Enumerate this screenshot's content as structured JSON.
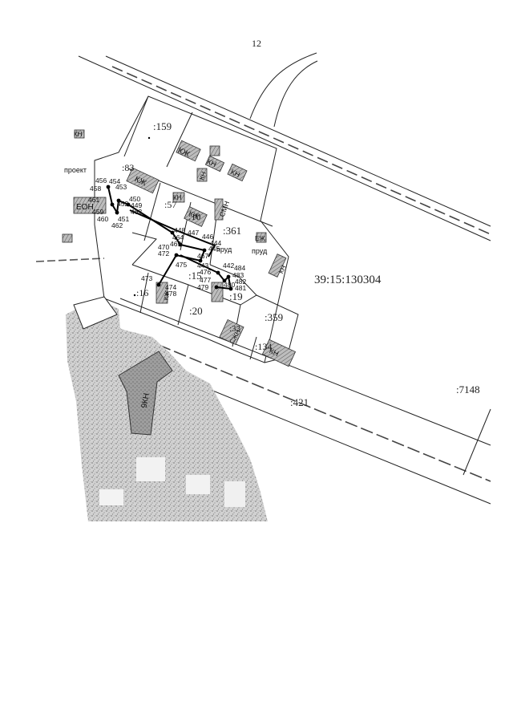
{
  "page": {
    "number": "12"
  },
  "map": {
    "quarter_label": "39:15:130304",
    "parcels": [
      ":159",
      ":83",
      ":57",
      ":10",
      ":361",
      ":15",
      ":16",
      ":20",
      ":19",
      ":359",
      ":134",
      ":421",
      ":7148",
      ":33"
    ],
    "building_marks": [
      "КЖ",
      "КЖ",
      "КН",
      "КН",
      "КН",
      "КЖ",
      "КН",
      "КН",
      "СМН",
      "ЕЖ",
      "КН",
      "КЖ",
      "СЖН",
      "КН",
      "ЕОН",
      "9КН"
    ],
    "words": [
      "проект",
      "пруд",
      "пруд"
    ],
    "point_numbers": [
      "456",
      "458",
      "454",
      "453",
      "452",
      "450",
      "449",
      "461",
      "463",
      "459",
      "460",
      "451",
      "462",
      "448",
      "447",
      "464",
      "446",
      "469",
      "444",
      "445",
      "470",
      "472",
      "467",
      "475",
      "443",
      "442",
      "484",
      "483",
      "473",
      "474",
      "476",
      "477",
      "482",
      "481",
      "479",
      "480",
      "478"
    ]
  }
}
